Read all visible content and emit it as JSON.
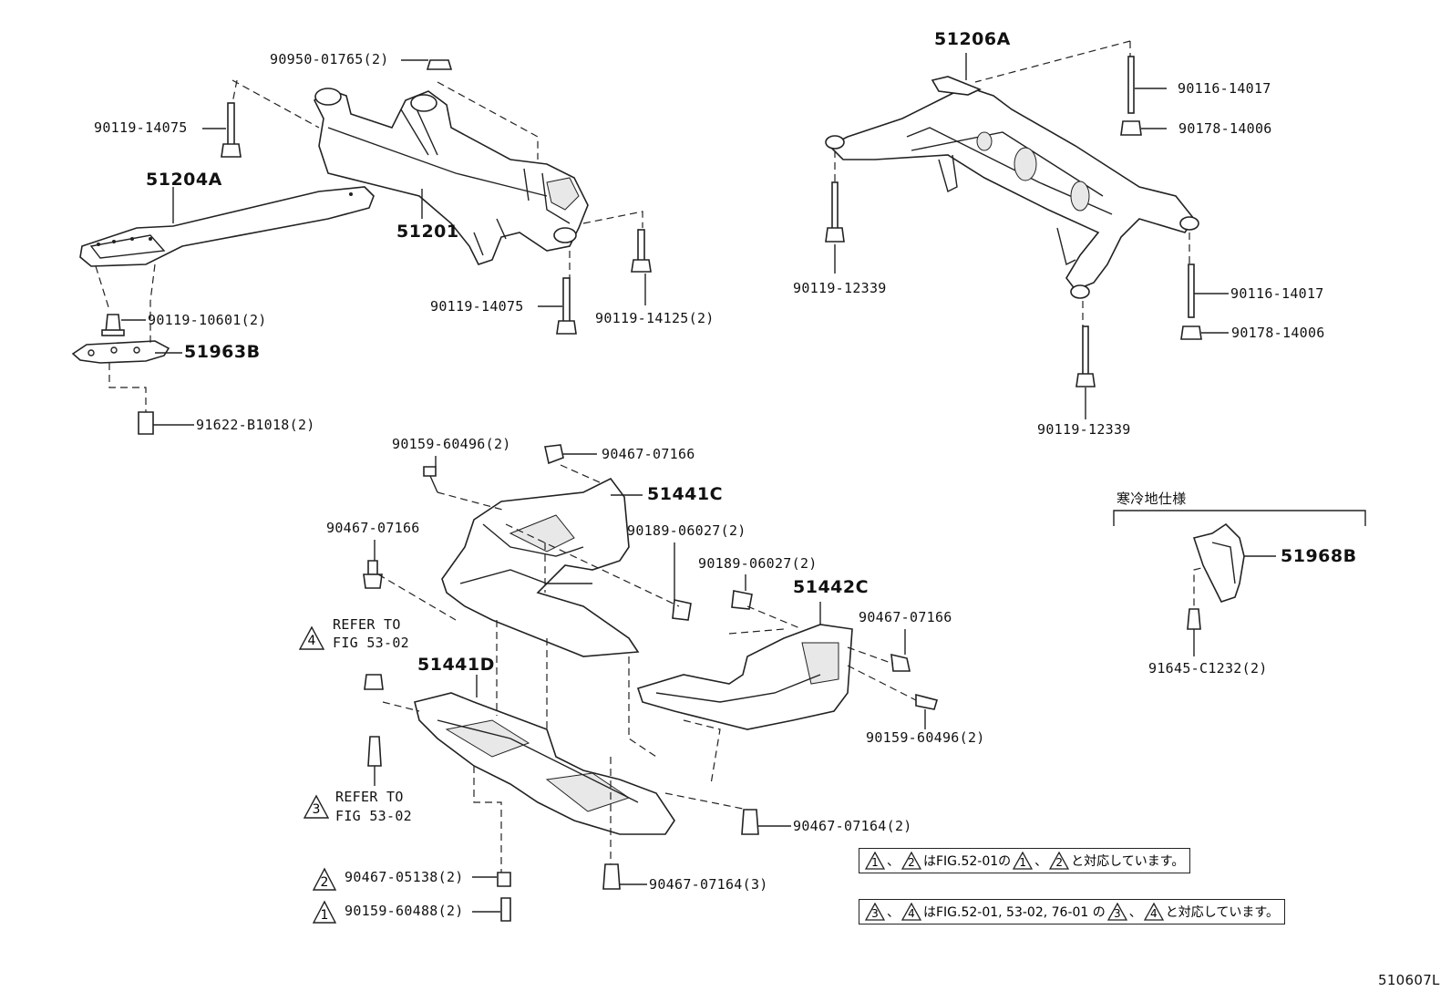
{
  "labels": {
    "p_90950_01765": "90950-01765(2)",
    "p_90119_14075_a": "90119-14075",
    "p_51204A": "51204A",
    "p_51201": "51201",
    "p_90119_10601": "90119-10601(2)",
    "p_51963B": "51963B",
    "p_91622_B1018": "91622-B1018(2)",
    "p_90119_14075_b": "90119-14075",
    "p_90119_14125": "90119-14125(2)",
    "p_51206A": "51206A",
    "p_90116_14017_a": "90116-14017",
    "p_90178_14006_a": "90178-14006",
    "p_90119_12339_a": "90119-12339",
    "p_90116_14017_b": "90116-14017",
    "p_90178_14006_b": "90178-14006",
    "p_90119_12339_b": "90119-12339",
    "p_90159_60496_a": "90159-60496(2)",
    "p_90467_07166_a": "90467-07166",
    "p_51441C": "51441C",
    "p_90467_07166_b": "90467-07166",
    "p_90189_06027_a": "90189-06027(2)",
    "p_90189_06027_b": "90189-06027(2)",
    "p_51442C": "51442C",
    "p_90467_07166_c": "90467-07166",
    "p_refer_to_a": "REFER TO",
    "p_fig_53_02_a": "FIG 53-02",
    "p_51441D": "51441D",
    "p_90159_60496_b": "90159-60496(2)",
    "p_refer_to_b": "REFER TO",
    "p_fig_53_02_b": "FIG 53-02",
    "p_90467_07164_2": "90467-07164(2)",
    "p_90467_05138": "90467-05138(2)",
    "p_90467_07164_3": "90467-07164(3)",
    "p_90159_60488": "90159-60488(2)",
    "p_cold_spec": "寒冷地仕様",
    "p_51968B": "51968B",
    "p_91645_C1232": "91645-C1232(2)",
    "diagram_id": "510607L"
  },
  "callouts": {
    "tri_1": "1",
    "tri_2": "2",
    "tri_3": "3",
    "tri_4": "4"
  },
  "notes": {
    "note1_sep": "、",
    "note1_mid": "はFIG.52-01の",
    "note1_sep2": "、",
    "note1_end": "と対応しています。",
    "note2_sep": "、",
    "note2_mid": "はFIG.52-01, 53-02, 76-01 の",
    "note2_sep2": "、",
    "note2_end": "と対応しています。"
  }
}
